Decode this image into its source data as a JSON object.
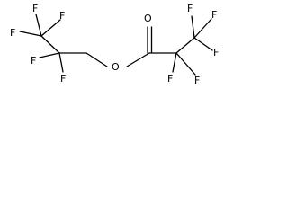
{
  "molecule": {
    "atoms": {
      "f1": "F",
      "f2": "F",
      "f3": "F",
      "f4": "F",
      "f5": "F",
      "o_ester": "O",
      "o_carbonyl": "O",
      "f6": "F",
      "f7": "F",
      "f8": "F",
      "f9": "F",
      "f10": "F"
    },
    "colors": {
      "ink": "#000000",
      "background": "#ffffff"
    }
  }
}
